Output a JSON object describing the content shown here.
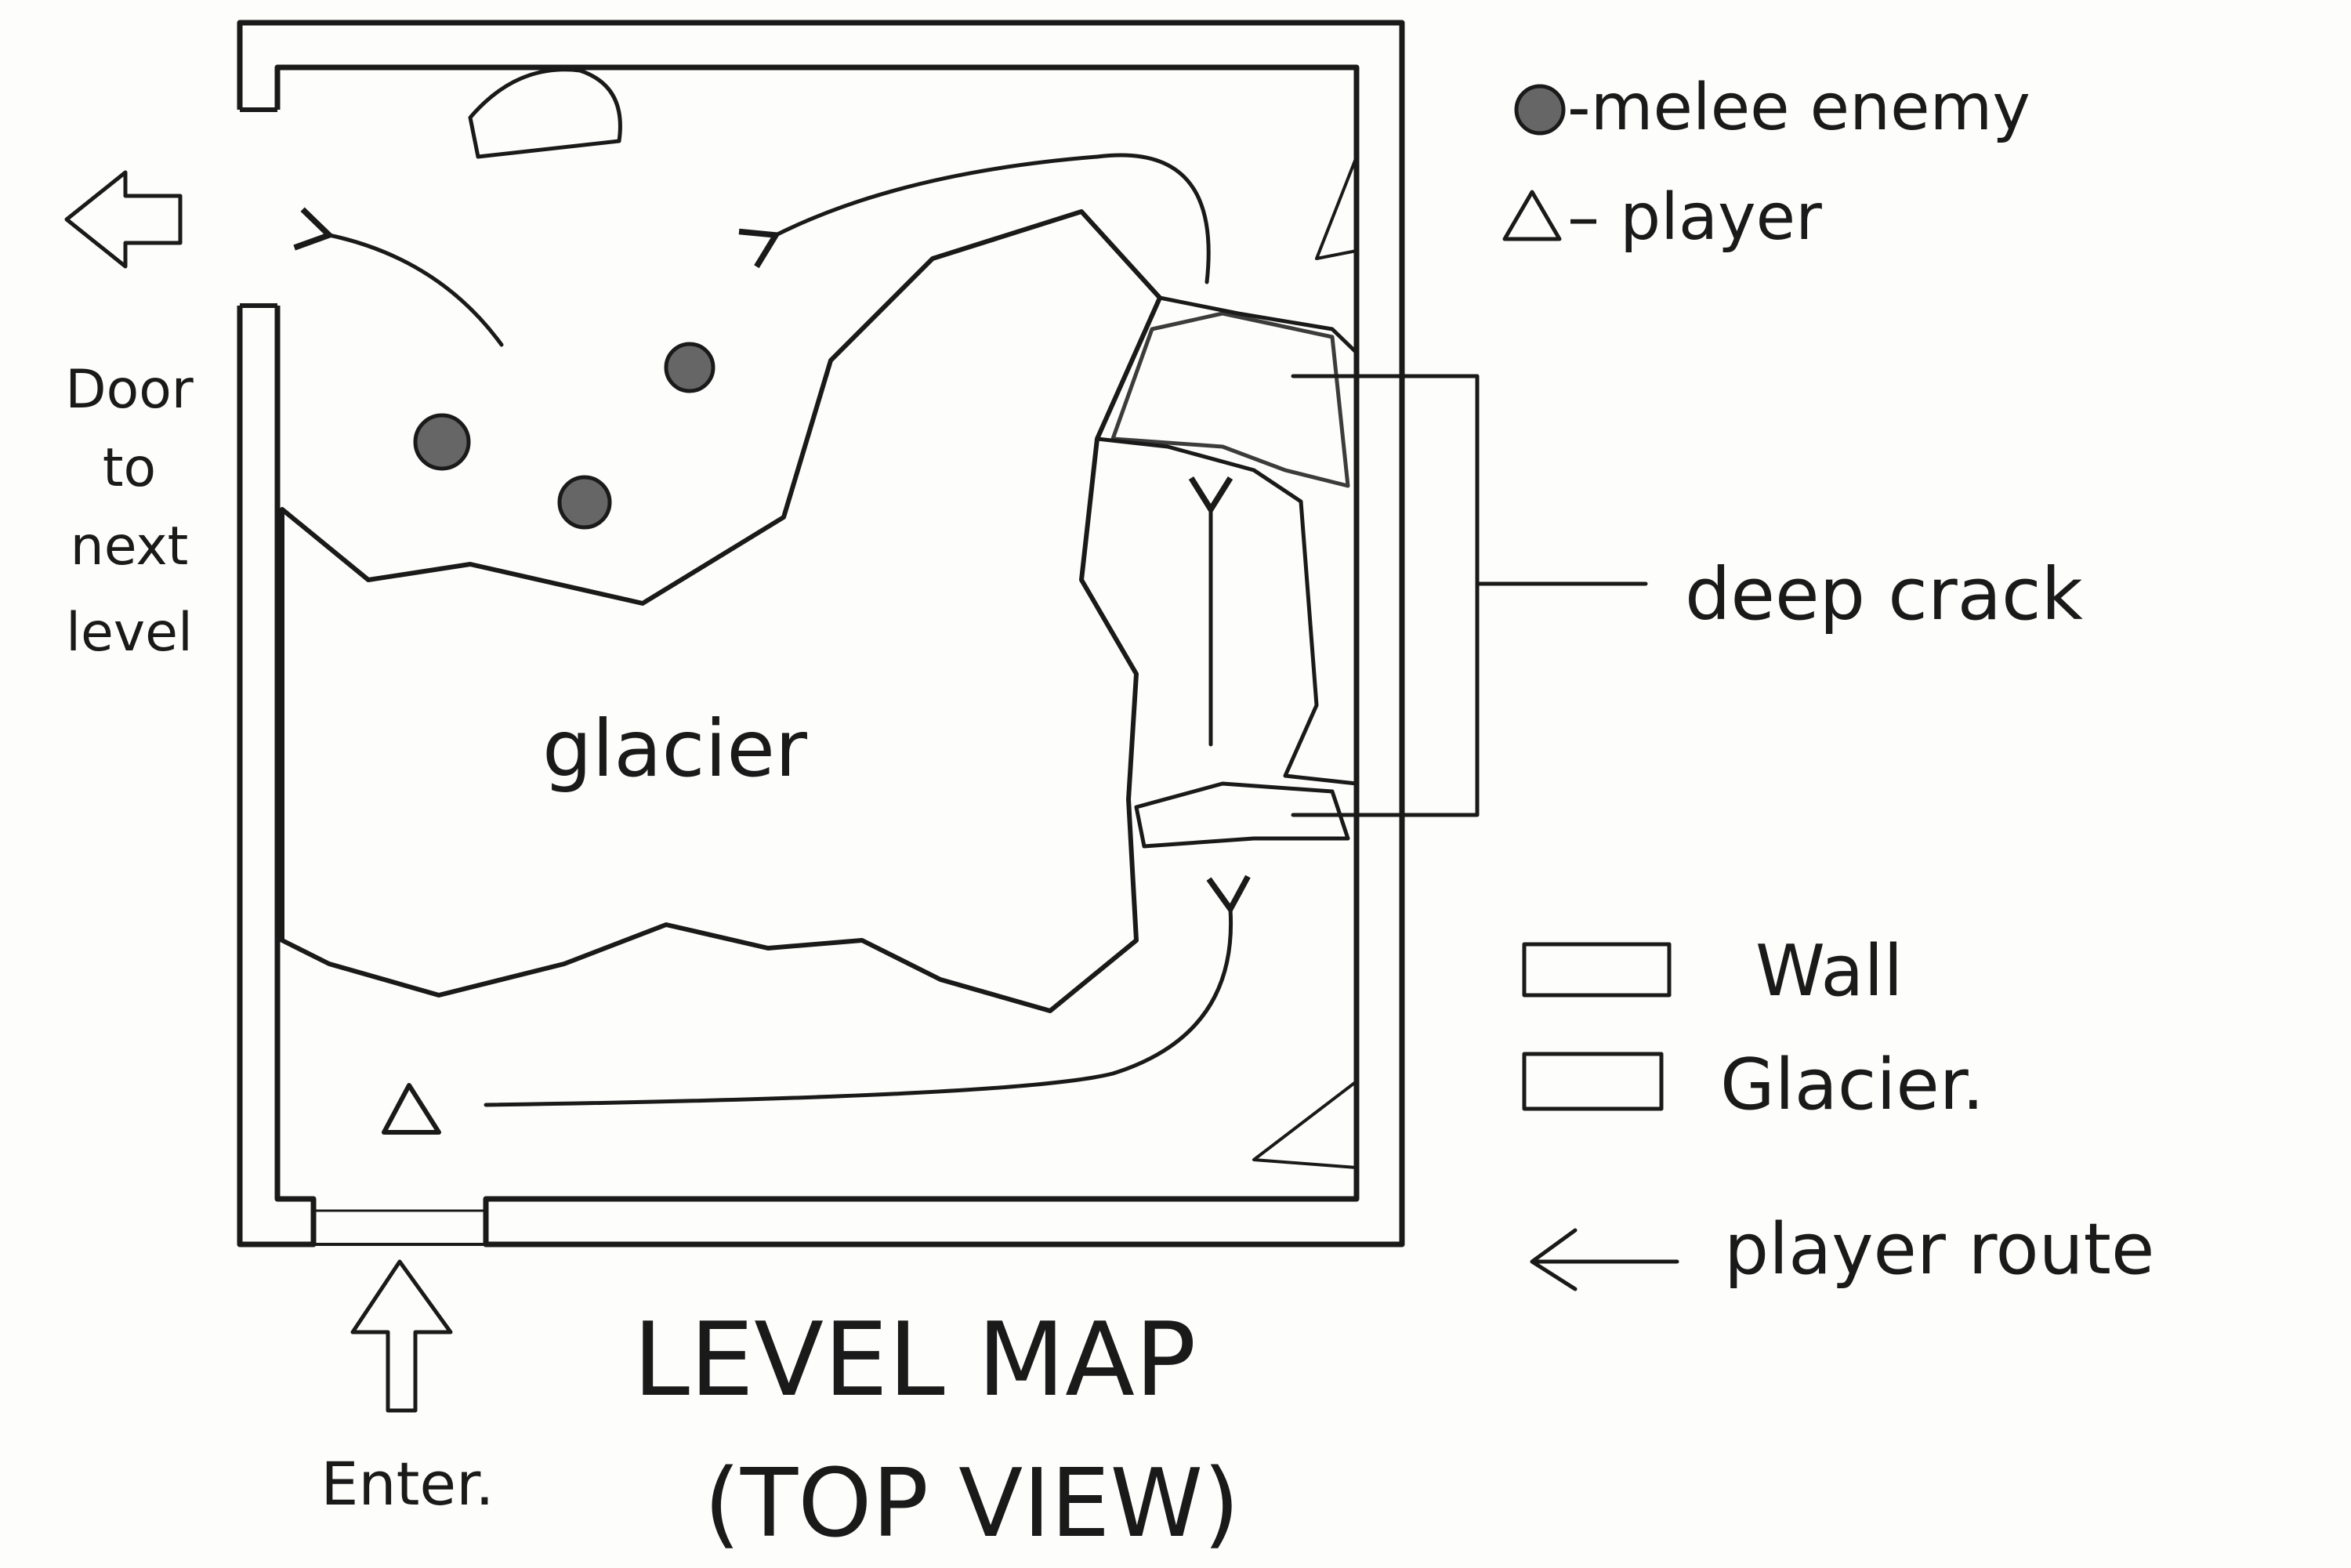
{
  "title": "LEVEL MAP",
  "subtitle": "(TOP VIEW)",
  "map": {
    "glacier_label": "glacier",
    "door_label": [
      "Door",
      "to",
      "next",
      "level"
    ],
    "enter_label": "Enter.",
    "crack_label": "deep crack"
  },
  "legend": {
    "enemy": "-melee enemy",
    "player": "– player",
    "wall": "Wall",
    "glacier": "Glacier.",
    "route": "player route"
  },
  "colors": {
    "ink": "#1a1a1a",
    "paper": "#fdfdfb",
    "crack": "#4a4a4a"
  }
}
